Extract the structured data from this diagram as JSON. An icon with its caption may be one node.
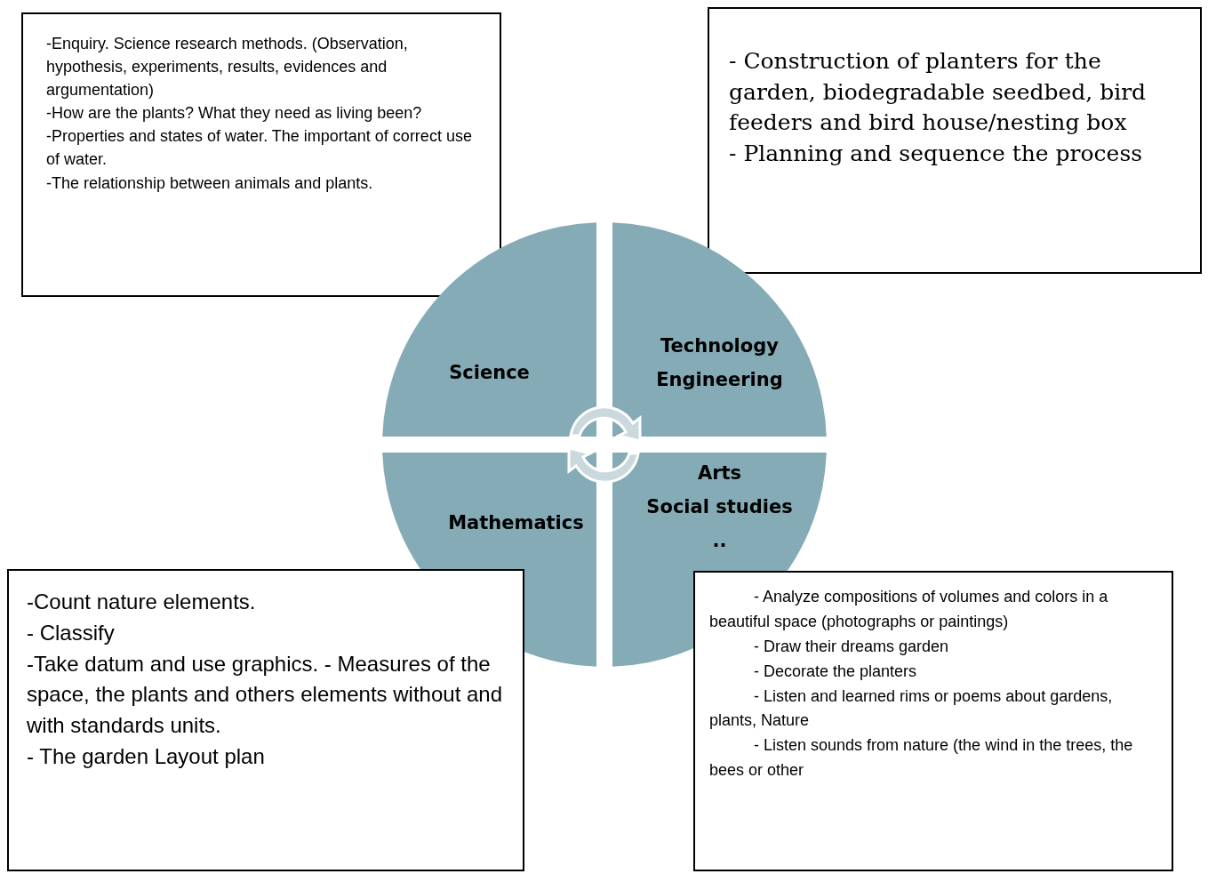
{
  "diagram": {
    "nodes": [
      {
        "text": [
          "-Enquiry. Science research methods. (Observation, hypothesis, experiments, results, evidences and argumentation)",
          "-How are the plants? What they need as living been?",
          "-Properties and states of water. The important of correct use of water.",
          "-The relationship between animals and plants."
        ]
      },
      {
        "text": [
          "- Construction of planters for the garden, biodegradable seedbed, bird feeders and bird house/nesting box",
          "- Planning and sequence the process"
        ]
      },
      {
        "text": [
          "Science"
        ]
      },
      {
        "text": [
          "Technology",
          "Engineering"
        ]
      },
      {
        "text": [
          "Mathematics"
        ]
      },
      {
        "text": [
          "Arts",
          "Social studies",
          ".."
        ]
      },
      {
        "text": [
          "-Count nature elements.",
          "- Classify",
          "-Take datum and use graphics. - Measures of the space, the plants and others elements without and with standards units.",
          "- The garden Layout plan"
        ]
      },
      {
        "text": [
          "- Analyze compositions of volumes and colors in a beautiful space (photographs or paintings)",
          "- Draw their dreams garden",
          "- Decorate the planters",
          "- Listen and learned rims or poems about gardens, plants, Nature",
          "- Listen sounds from nature (the wind in the trees, the bees or other"
        ]
      }
    ],
    "edges": []
  }
}
